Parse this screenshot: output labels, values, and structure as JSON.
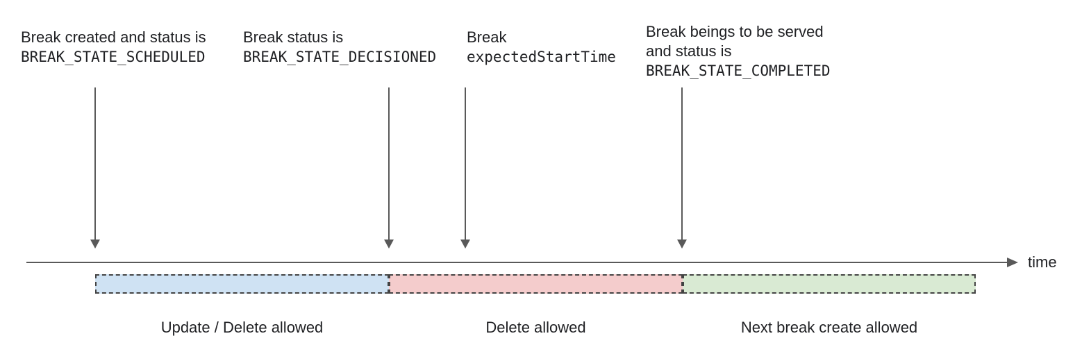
{
  "annotations": [
    {
      "line1": "Break created and status is",
      "code": "BREAK_STATE_SCHEDULED"
    },
    {
      "line1": "Break status is",
      "code": "BREAK_STATE_DECISIONED"
    },
    {
      "line1": "Break",
      "code": "expectedStartTime"
    },
    {
      "line1": "Break beings to be served",
      "line2": "and status is",
      "code": "BREAK_STATE_COMPLETED"
    }
  ],
  "timeline": {
    "axis_label": "time"
  },
  "segments": [
    {
      "label": "Update / Delete allowed",
      "color": "#cfe2f3"
    },
    {
      "label": "Delete allowed",
      "color": "#f4cccc"
    },
    {
      "label": "Next break create allowed",
      "color": "#d9ead3"
    }
  ],
  "colors": {
    "arrow": "#595959",
    "segment_border": "#434343",
    "text": "#202124"
  }
}
